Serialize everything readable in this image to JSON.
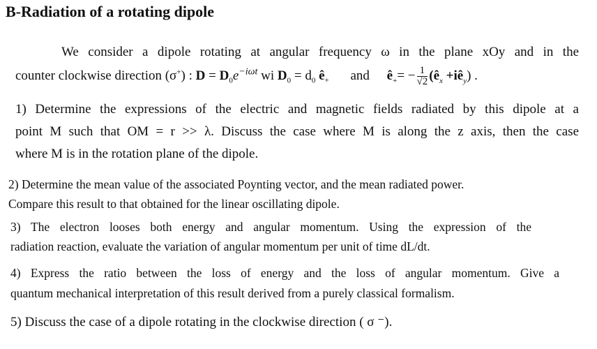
{
  "title": "B-Radiation of a rotating dipole",
  "intro": {
    "line1": "We consider a dipole rotating at angular frequency ω in the plane xOy and in the",
    "line2_prefix": "counter clockwise direction (σ",
    "sigma_plus": "+",
    "line2_mid": ") : ",
    "D": "D",
    "eq": " = ",
    "D0": "D",
    "zero": "0",
    "exp": "e",
    "exp_power": "−iωt",
    "wi": " wi  ",
    "D0b": "D",
    "d0_text": " = d",
    "e_plus": "ê",
    "plus": "+",
    "and": "and",
    "e_plus2": "ê",
    "eq2": "= −",
    "frac_num": "1",
    "frac_den": "√2",
    "paren_open": "(ê",
    "x": "x",
    "plus_i": " +iê",
    "y": "y",
    "paren_close": ")  ."
  },
  "questions": [
    {
      "lines": [
        "1) Determine the expressions of the electric and magnetic fields radiated by this dipole at a",
        "point M such that OM = r >> λ. Discuss the case where M is along the z axis, then the case",
        "where M is in the rotation plane of the dipole."
      ]
    },
    {
      "lines": [
        "2) Determine the mean value of the associated Poynting vector, and the mean radiated power.",
        "Compare this result to that obtained for the linear oscillating dipole."
      ]
    },
    {
      "lines": [
        "3) The electron looses both energy and angular momentum. Using the expression of the",
        "radiation reaction, evaluate the variation of angular momentum per unit of time dL/dt."
      ]
    },
    {
      "lines": [
        "4) Express the ratio between the loss of energy and the loss of angular momentum. Give a",
        "quantum mechanical interpretation of this result derived from a purely classical formalism."
      ]
    },
    {
      "lines": [
        "5) Discuss the case of a dipole rotating in the clockwise direction ( σ ⁻)."
      ]
    }
  ]
}
